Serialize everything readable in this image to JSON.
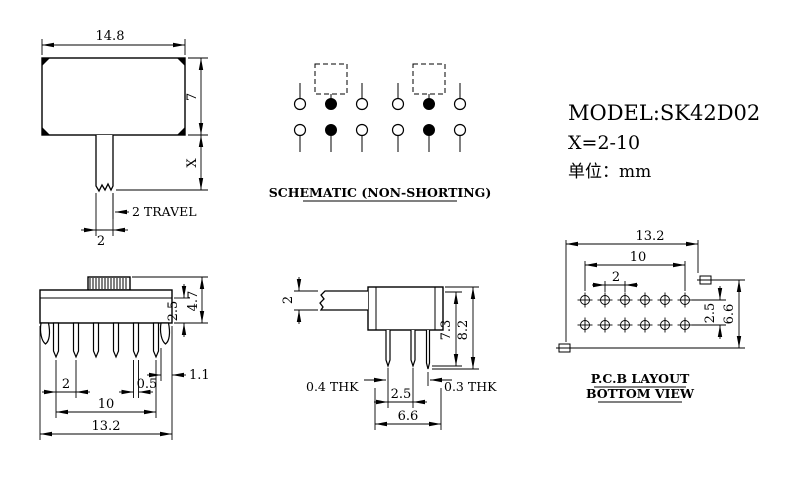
{
  "drawing": {
    "background": "#ffffff",
    "line_color": "#000000"
  },
  "title_block": {
    "model": "MODEL:SK42D02",
    "x_range": "X=2-10",
    "unit": "单位：mm"
  },
  "front_view": {
    "dim_width": "14.8",
    "dim_height": "7",
    "dim_stem_length": "X",
    "travel_label": "2 TRAVEL",
    "dim_stem_width": "2"
  },
  "schematic": {
    "caption": "SCHEMATIC (NON-SHORTING)"
  },
  "side_view": {
    "dim_total_height": "4.7",
    "dim_body_height": "2.5",
    "dim_pin_pitch": "2",
    "dim_pin_width": "0.5",
    "dim_leg_width": "1.1",
    "dim_pin_span": "10",
    "dim_total_width": "13.2"
  },
  "end_view": {
    "dim_stem_height": "2",
    "dim_height_inner": "7.3",
    "dim_height_outer": "8.2",
    "thk_left": "0.4 THK",
    "thk_right": "0.3 THK",
    "dim_pin_spacing": "2.5",
    "dim_width": "6.6"
  },
  "pcb_view": {
    "dim_total_width": "13.2",
    "dim_hole_span": "10",
    "dim_hole_pitch": "2",
    "dim_row_pitch": "2.5",
    "dim_total_height": "6.6",
    "caption_line1": "P.C.B LAYOUT",
    "caption_line2": "BOTTOM VIEW"
  }
}
